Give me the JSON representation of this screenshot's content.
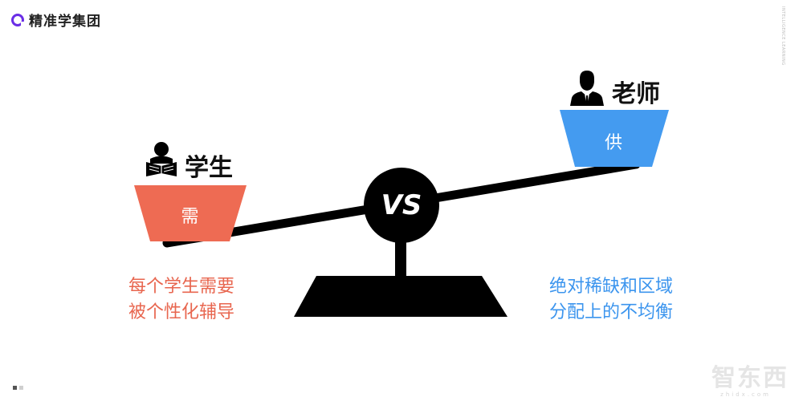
{
  "header": {
    "logo_text": "精准学集团",
    "side_tag": "INTELLIGENCE LEARNING"
  },
  "student": {
    "label": "学生",
    "cup_text": "需",
    "description_line1": "每个学生需要",
    "description_line2": "被个性化辅导",
    "icon": "student-reading-icon",
    "color": "#ee6b53"
  },
  "teacher": {
    "label": "老师",
    "cup_text": "供",
    "description_line1": "绝对稀缺和区域",
    "description_line2": "分配上的不均衡",
    "icon": "teacher-person-icon",
    "color": "#449bf0"
  },
  "scale": {
    "center_text": "VS",
    "color": "#000000"
  },
  "watermark": {
    "text": "智东西",
    "sub": "zhidx.com"
  }
}
